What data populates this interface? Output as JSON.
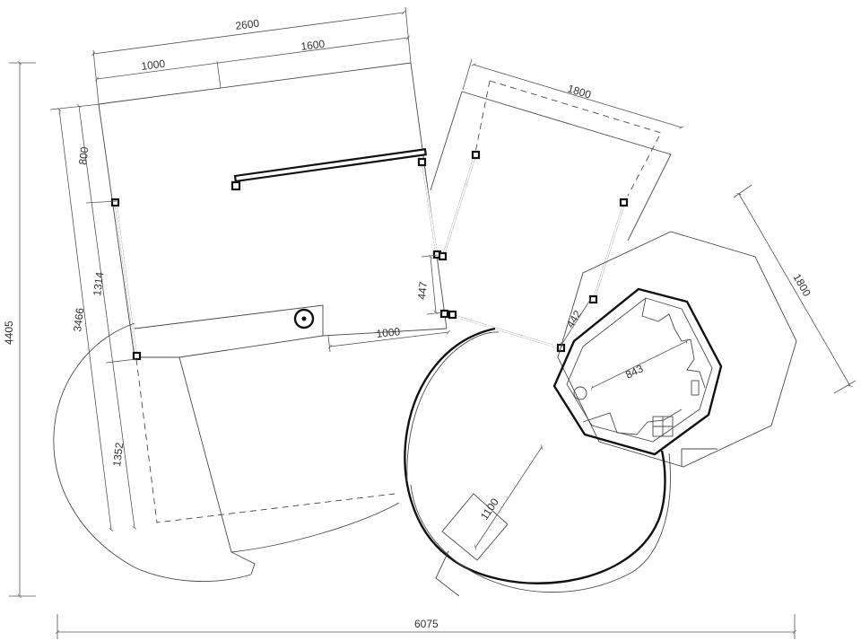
{
  "dimensions": {
    "overall_width": "6075",
    "overall_height": "4405",
    "top_total": "2600",
    "top_left": "1000",
    "top_right": "1600",
    "left_total": "3466",
    "left_top": "800",
    "left_mid": "1314",
    "left_bottom": "1352",
    "opening_gap": "447",
    "inner_run": "1000",
    "upper_right_room": "1800",
    "octagon_outer": "1800",
    "octagon_wall": "442",
    "octagon_inner": "843",
    "round_radius": "1100"
  },
  "colors": {
    "line": "#4a4a4a",
    "wall": "#111111",
    "dimension": "#555555"
  }
}
